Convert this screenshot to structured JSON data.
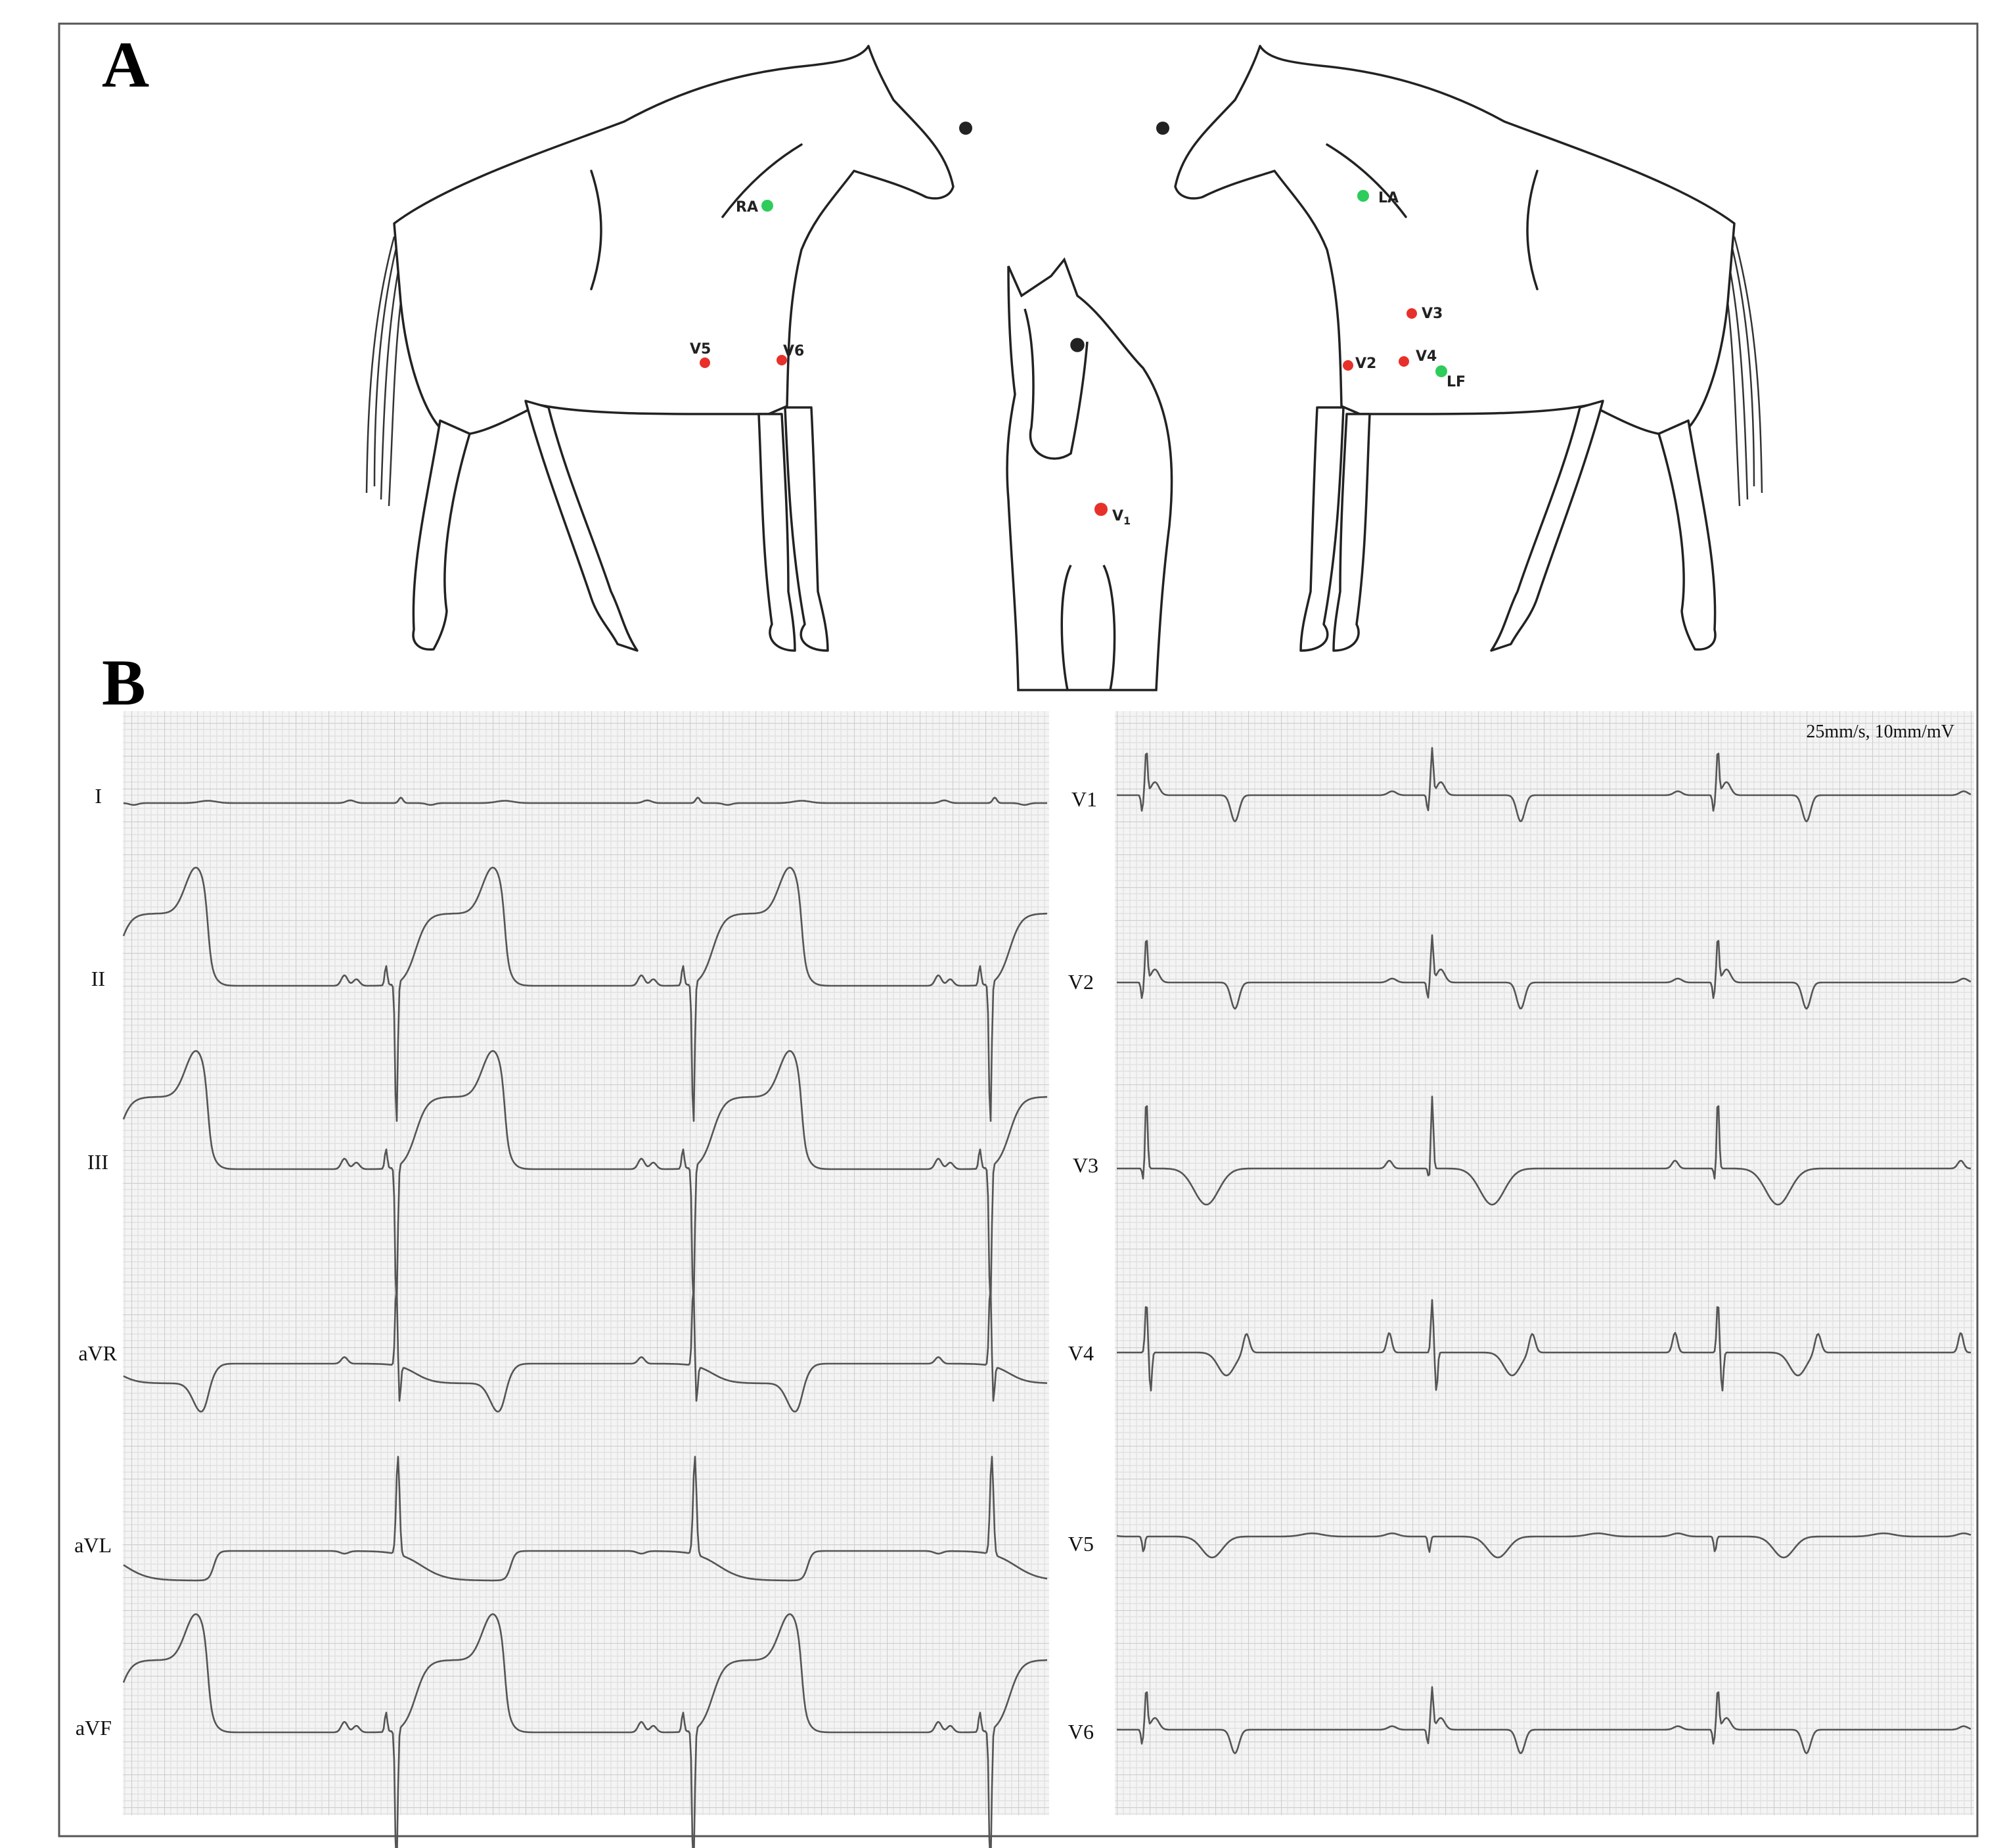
{
  "panels": {
    "a_label": "A",
    "b_label": "B"
  },
  "electrodes": [
    {
      "id": "ra",
      "label": "RA",
      "color": "green"
    },
    {
      "id": "la",
      "label": "LA",
      "color": "green"
    },
    {
      "id": "lf",
      "label": "LF",
      "color": "green"
    },
    {
      "id": "v1",
      "label": "V1",
      "main": "V",
      "sub": "1",
      "color": "red"
    },
    {
      "id": "v2",
      "label": "V2",
      "color": "red"
    },
    {
      "id": "v3",
      "label": "V3",
      "color": "red"
    },
    {
      "id": "v4",
      "label": "V4",
      "color": "red"
    },
    {
      "id": "v5",
      "label": "V5",
      "color": "red"
    },
    {
      "id": "v6",
      "label": "V6",
      "color": "red"
    }
  ],
  "colors": {
    "electrode_green": "#2ecc5a",
    "electrode_red": "#e8302a",
    "trace": "#555555",
    "grid_minor": "#e2e2e2",
    "grid_major": "#cdcdcd",
    "paper": "#f4f4f4"
  },
  "ecg": {
    "calibration": "25mm/s, 10mm/mV",
    "limb_leads": [
      "I",
      "II",
      "III",
      "aVR",
      "aVL",
      "aVF"
    ],
    "chest_leads": [
      "V1",
      "V2",
      "V3",
      "V4",
      "V5",
      "V6"
    ]
  }
}
